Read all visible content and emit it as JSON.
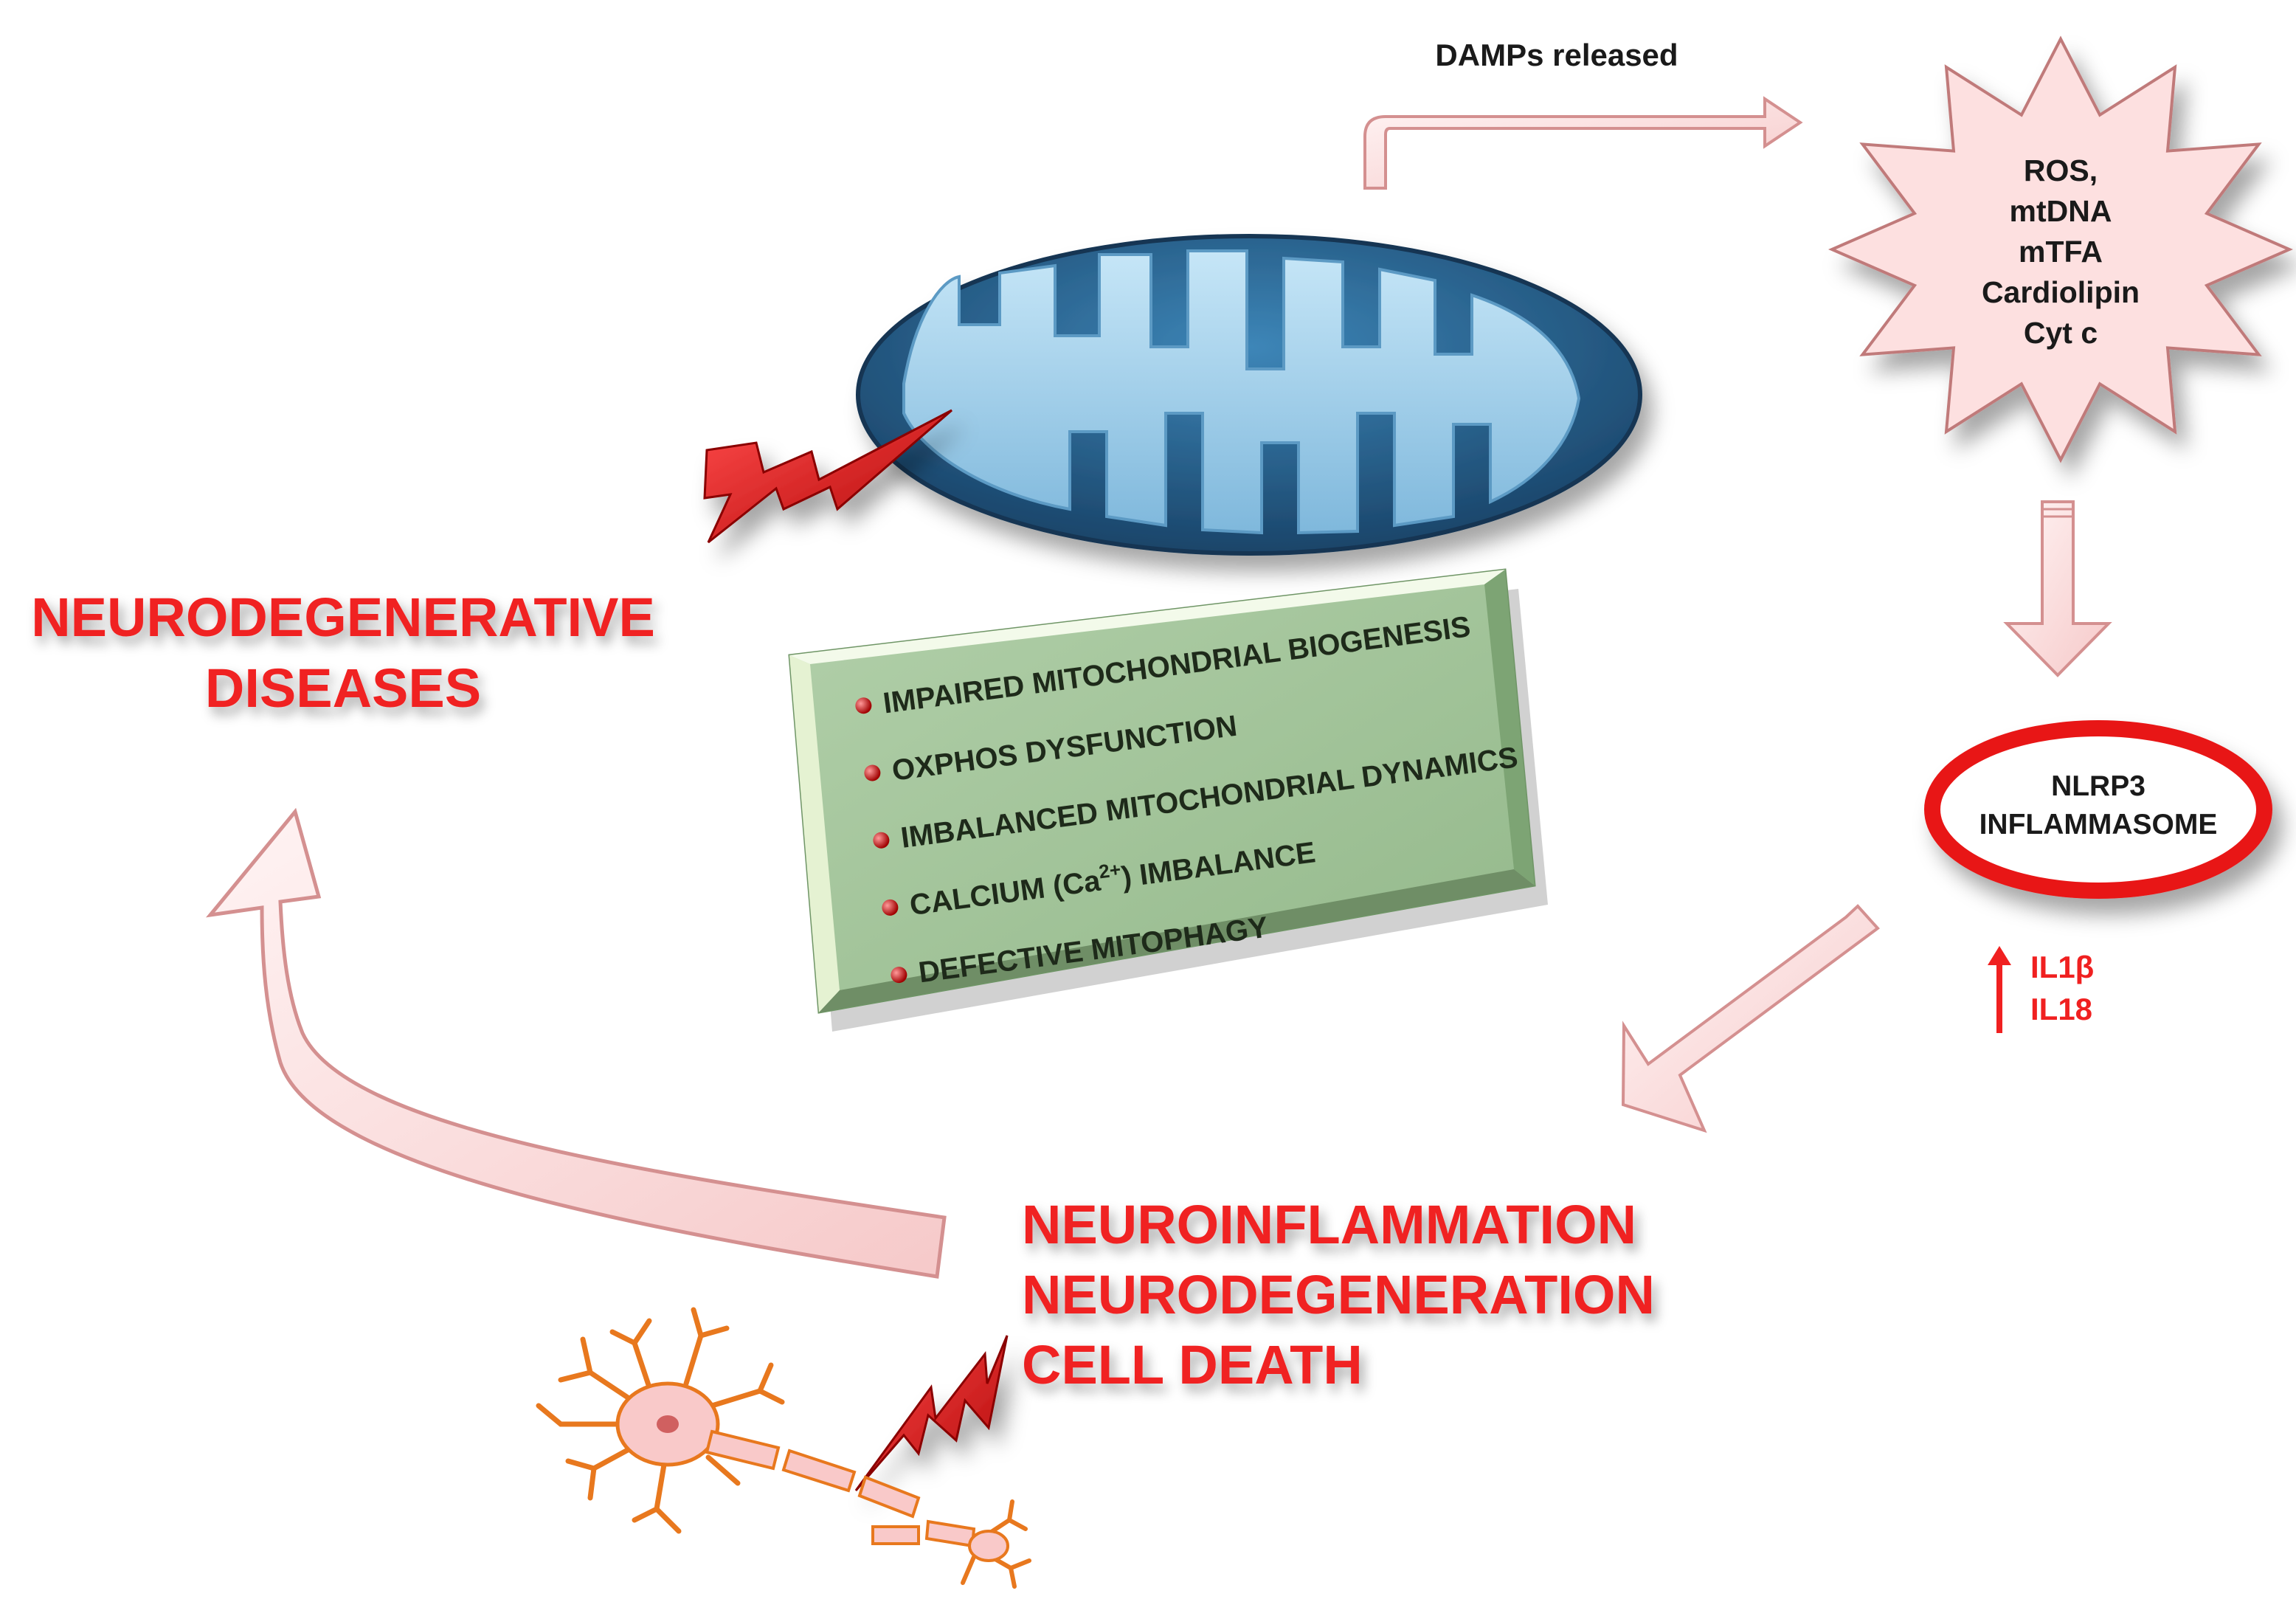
{
  "damps": {
    "label": "DAMPs released"
  },
  "star": {
    "lines": [
      "ROS,",
      "mtDNA",
      "mTFA",
      "Cardiolipin",
      "Cyt c"
    ],
    "fill": "#fde0e0"
  },
  "nlrp3": {
    "line1": "NLRP3",
    "line2": "INFLAMMASOME",
    "ring_color": "#e81818"
  },
  "cytokines": {
    "items": [
      "IL1β",
      "IL18"
    ]
  },
  "disease": {
    "line1": "NEURODEGENERATIVE",
    "line2": "DISEASES"
  },
  "outcomes": {
    "lines": [
      "NEUROINFLAMMATION",
      "NEURODEGENERATION",
      "CELL DEATH"
    ]
  },
  "dysfunction": {
    "items": [
      "IMPAIRED MITOCHONDRIAL BIOGENESIS",
      "OXPHOS DYSFUNCTION",
      "IMBALANCED MITOCHONDRIAL DYNAMICS",
      "CALCIUM (Ca",
      "DEFECTIVE MITOPHAGY"
    ],
    "calcium_sup": "2+",
    "calcium_tail": ") IMBALANCE",
    "panel_color": "#a3c49b"
  },
  "colors": {
    "accent_red": "#f02020",
    "arrow_pink": "#fbe0e0",
    "arrow_outline": "#d49090",
    "mito_dark": "#1f5d86",
    "mito_light": "#9fd0ec"
  }
}
